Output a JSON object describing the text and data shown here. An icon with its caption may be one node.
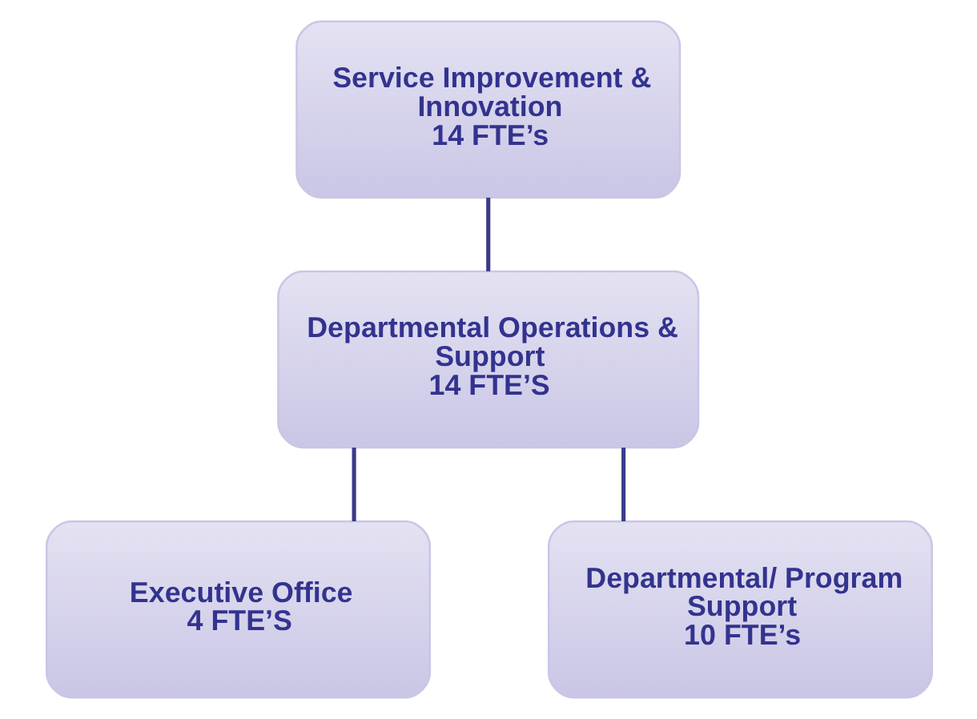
{
  "diagram": {
    "nodes": [
      {
        "text": [
          "Service Improvement & Innovation",
          "14 FTE’s"
        ]
      },
      {
        "text": [
          "Departmental Operations & Support",
          "14 FTE’S"
        ]
      },
      {
        "text": [
          "Executive Office",
          "4 FTE’S"
        ]
      },
      {
        "text": [
          "Departmental/ Program Support",
          "10 FTE’s"
        ]
      }
    ],
    "edges": [
      {
        "from": 0,
        "to": 1,
        "arrow": "none"
      },
      {
        "from": 1,
        "to": 2,
        "arrow": "none"
      },
      {
        "from": 1,
        "to": 3,
        "arrow": "none"
      }
    ]
  }
}
